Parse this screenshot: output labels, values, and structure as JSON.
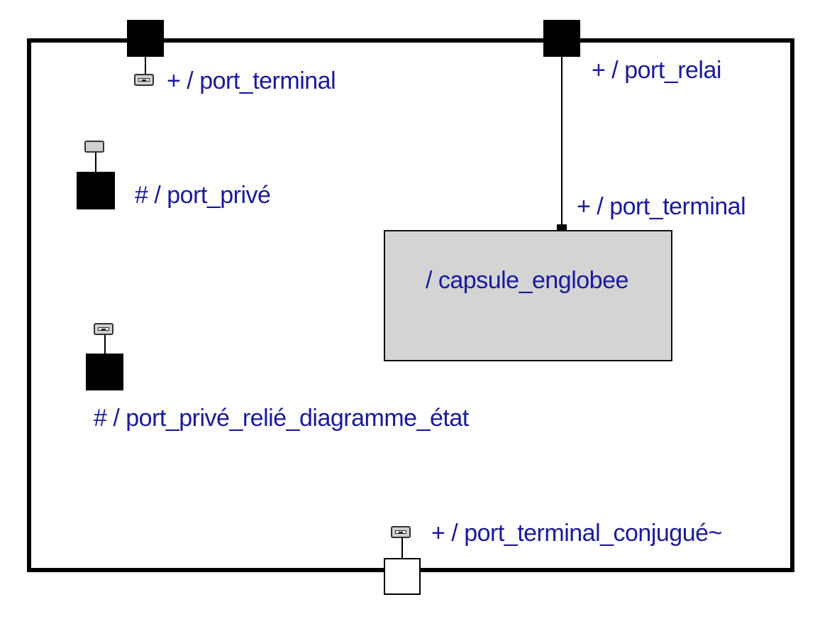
{
  "diagram": {
    "ports": {
      "top_left_terminal": {
        "label": "+ / port_terminal",
        "icon": "connector-icon"
      },
      "top_relay": {
        "label": "+ / port_relai"
      },
      "private": {
        "label": "# / port_privé",
        "icon": "port-plain-icon"
      },
      "private_state": {
        "label": "# / port_privé_relié_diagramme_état",
        "icon": "connector-icon"
      },
      "conjugated": {
        "label": "+ / port_terminal_conjugué~",
        "icon": "connector-icon"
      },
      "inner_terminal": {
        "label": "+ / port_terminal"
      }
    },
    "capsule": {
      "label": "/ capsule_englobee"
    },
    "colors": {
      "text": "#1a1a9a",
      "capsule_fill": "#d4d4d4",
      "line": "#000000"
    }
  }
}
